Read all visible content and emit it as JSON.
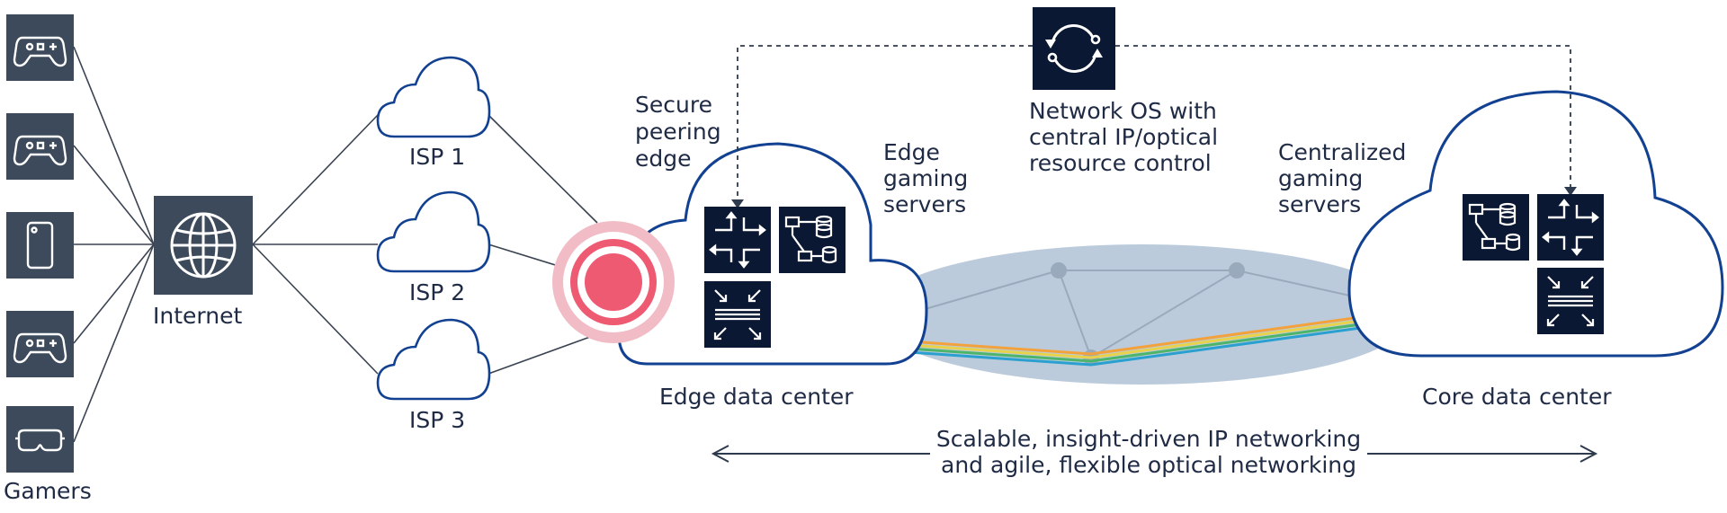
{
  "labels": {
    "gamers": "Gamers",
    "internet": "Internet",
    "isp1": "ISP 1",
    "isp2": "ISP 2",
    "isp3": "ISP 3",
    "secure_peering": [
      "Secure",
      "peering",
      "edge"
    ],
    "edge_gaming": [
      "Edge",
      "gaming",
      "servers"
    ],
    "network_os": [
      "Network OS with",
      "central IP/optical",
      "resource control"
    ],
    "centralized_gaming": [
      "Centralized",
      "gaming",
      "servers"
    ],
    "edge_dc": "Edge data center",
    "core_dc": "Core data center",
    "bottom_caption": [
      "Scalable, insight-driven IP networking",
      "and agile, flexible optical networking"
    ]
  },
  "icons": {
    "gamer_devices": [
      "gamepad-icon",
      "gamepad-icon",
      "smartphone-icon",
      "gamepad-icon",
      "vr-headset-icon"
    ],
    "internet": "globe-icon",
    "network_os": "sync-cycle-icon",
    "edge_servers": [
      "router-icon",
      "database-network-icon",
      "optical-switch-icon"
    ],
    "core_servers": [
      "database-network-icon",
      "router-icon",
      "optical-switch-icon"
    ]
  },
  "colors": {
    "icon_tile": "#3c4a5c",
    "server_tile": "#0b1833",
    "cloud_stroke": "#124191",
    "ellipse_fill": "#bccbdb",
    "mesh_node": "#9aaabd",
    "peering_red": "#ee5a72",
    "peering_ring": "#f2bcc6",
    "text": "#1f2a44"
  }
}
